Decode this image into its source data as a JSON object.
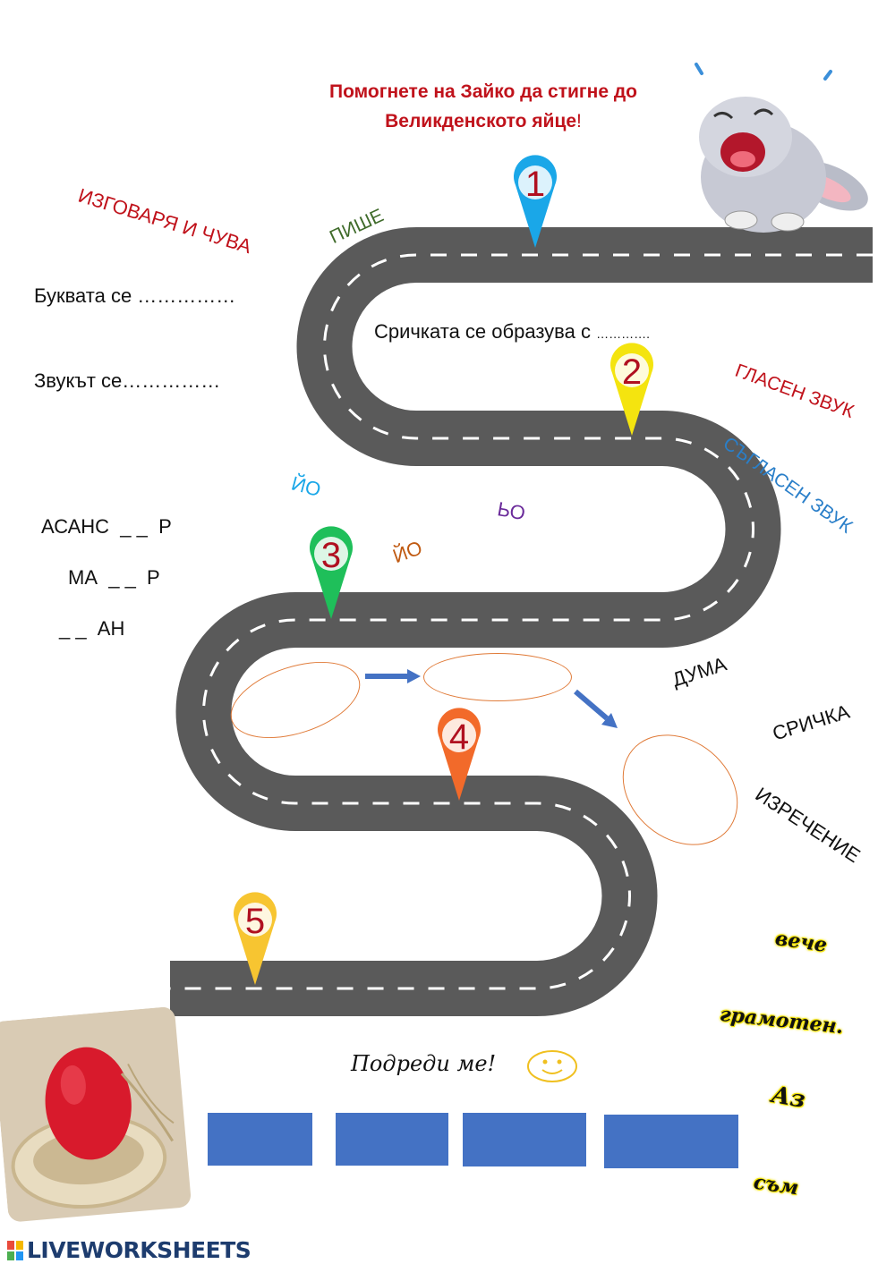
{
  "title": {
    "line1": "Помогнете на Зайко да стигне до",
    "line2": "Великденското яйце",
    "line2_end": "!"
  },
  "pins": [
    {
      "num": "1",
      "color": "#1aa7e8"
    },
    {
      "num": "2",
      "color": "#f4e40f"
    },
    {
      "num": "3",
      "color": "#1fbf5a"
    },
    {
      "num": "4",
      "color": "#f26a2a"
    },
    {
      "num": "5",
      "color": "#f7c531"
    }
  ],
  "stage1": {
    "word_speak": "ИЗГОВАРЯ И ЧУВА",
    "word_write": "ПИШЕ",
    "stmt_letter": "Буквата се ……………",
    "stmt_sound": "Звукът се……………"
  },
  "stage2": {
    "stmt": "Сричката се образува с",
    "blank": "………….",
    "word_vowel": "ГЛАСЕН ЗВУК",
    "word_consonant": "СЪГЛАСЕН ЗВУК"
  },
  "stage3": {
    "opt1": "ЙО",
    "opt2": "ЬО",
    "opt3": "ЙО",
    "words": [
      "АСАНС  _ _  Р",
      "МА  _ _  Р",
      "_ _  АН"
    ]
  },
  "stage4": {
    "words": [
      "ДУМА",
      "СРИЧКА",
      "ИЗРЕЧЕНИЕ"
    ]
  },
  "stage5": {
    "prompt": "Подреди ме!",
    "tiles": [
      "вече",
      "грамотен.",
      "Аз",
      "съм"
    ]
  },
  "footer": {
    "brand": "LIVEWORKSHEETS"
  },
  "colors": {
    "road": "#5a5a5a",
    "title": "#c0121b",
    "slot": "#4472c4",
    "ellipse": "#e07b39",
    "arrow": "#4472c4"
  }
}
